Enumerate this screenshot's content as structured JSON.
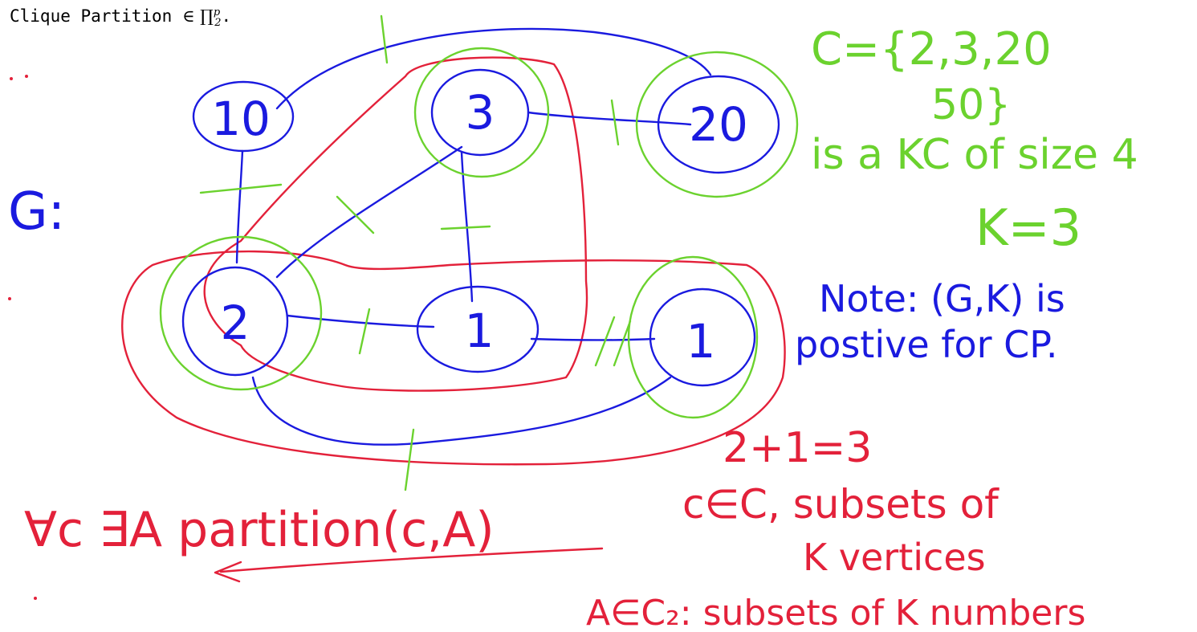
{
  "header": {
    "prefix": "Clique Partition ",
    "symbol": "∈ ∏",
    "sup": "p",
    "sub": "2",
    "suffix": "."
  },
  "graph": {
    "label": "G:",
    "vertices": [
      "10",
      "3",
      "20",
      "2",
      "1",
      "1"
    ]
  },
  "notes": {
    "set_line1": "C={2,3,20",
    "set_line2": "50}",
    "set_line3": "is a KC of size 4",
    "k_value": "K=3",
    "note_line1": "Note: (G,K) is",
    "note_line2": "postive for CP.",
    "sum": "2+1=3",
    "c_in": "c∈C, subsets of",
    "k_vertices": "K vertices",
    "a_in": "A∈C₂: subsets of K numbers",
    "forall": "∀c ∃A partition(c,A)"
  },
  "colors": {
    "ink_blue": "#1a1adf",
    "ink_red": "#e3213a",
    "ink_green": "#6bd22e",
    "text_black": "#000000"
  }
}
